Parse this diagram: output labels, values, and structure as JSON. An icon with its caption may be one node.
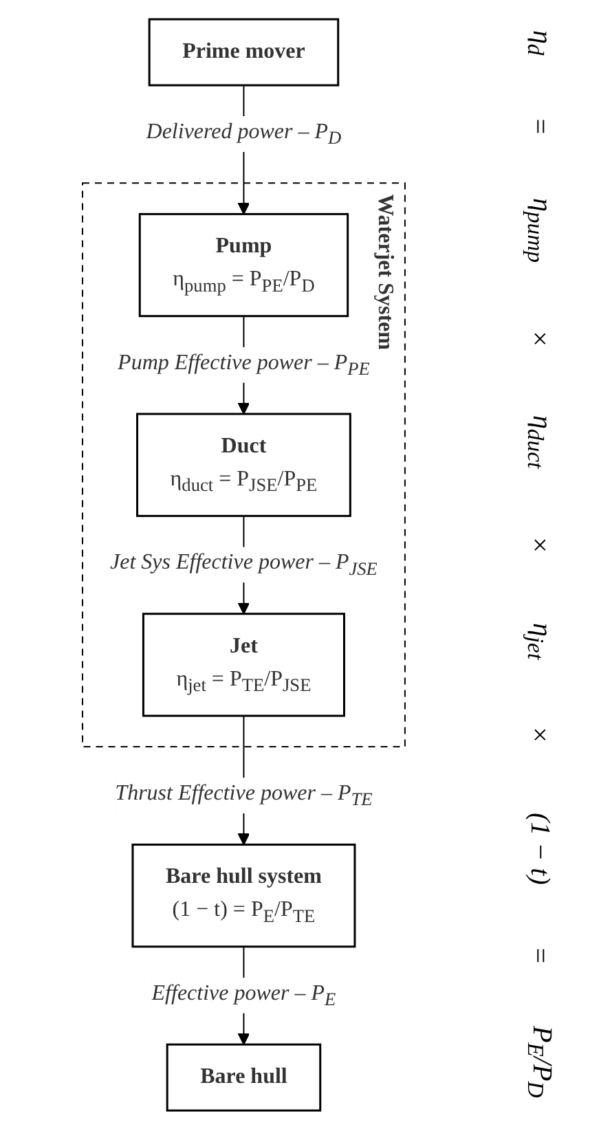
{
  "diagram": {
    "nodes": [
      {
        "text": [
          "Prime mover"
        ]
      },
      {
        "text": [
          "Waterjet System"
        ]
      },
      {
        "text": [
          "Pump",
          "η$_{pump}$ = P$_{PE}$/P$_{D}$"
        ],
        "in": 1
      },
      {
        "text": [
          "Duct",
          "η$_{duct}$ = P$_{JSE}$/P$_{PE}$"
        ],
        "in": 1
      },
      {
        "text": [
          "Jet",
          "η$_{jet}$ = P$_{TE}$/P$_{JSE}$"
        ],
        "in": 1
      },
      {
        "text": [
          "Bare hull system",
          "(1 − t) = P$_{E}$/P$_{TE}$"
        ]
      },
      {
        "text": [
          "Bare hull"
        ]
      }
    ],
    "edges": [
      {
        "from": 0,
        "to": 2,
        "arrow": "to",
        "label": "Delivered power – P$_{D}$"
      },
      {
        "from": 2,
        "to": 3,
        "arrow": "to",
        "label": "Pump Effective power – P$_{PE}$"
      },
      {
        "from": 3,
        "to": 4,
        "arrow": "to",
        "label": "Jet Sys Effective power – P$_{JSE}$"
      },
      {
        "from": 4,
        "to": 5,
        "arrow": "to",
        "label": "Thrust Effective power – P$_{TE}$"
      },
      {
        "from": 5,
        "to": 6,
        "arrow": "to",
        "label": "Effective power – P$_{E}$"
      }
    ],
    "labels": [
      "η$_{d}$",
      "=",
      "η$_{pump}$",
      "×",
      "η$_{duct}$",
      "×",
      "η$_{jet}$",
      "×",
      "(1 − t)",
      "=",
      "P$_{E}$/P$_{D}$"
    ]
  }
}
